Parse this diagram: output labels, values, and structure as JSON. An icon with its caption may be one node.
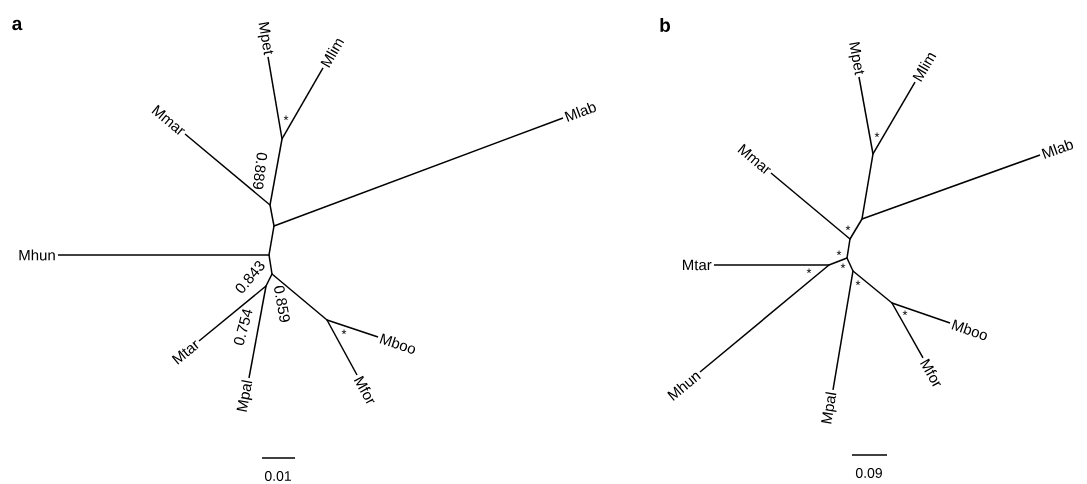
{
  "diagram": {
    "nodes": [
      {
        "text": [
          "Mpet"
        ]
      },
      {
        "text": [
          "Mlim"
        ]
      },
      {
        "text": [
          "Mmar"
        ]
      },
      {
        "text": [
          "Mlab"
        ]
      },
      {
        "text": [
          "Mhun"
        ]
      },
      {
        "text": [
          "Mtar"
        ]
      },
      {
        "text": [
          "Mpal"
        ]
      },
      {
        "text": [
          "Mboo"
        ]
      },
      {
        "text": [
          "Mfor"
        ]
      },
      {
        "text": [],
        "shape": "point"
      },
      {
        "text": [],
        "shape": "point"
      },
      {
        "text": [],
        "shape": "point"
      },
      {
        "text": [],
        "shape": "point"
      },
      {
        "text": [],
        "shape": "point"
      },
      {
        "text": [],
        "shape": "point"
      },
      {
        "text": [],
        "shape": "point"
      },
      {
        "text": [
          "Mpet"
        ]
      },
      {
        "text": [
          "Mlim"
        ]
      },
      {
        "text": [
          "Mmar"
        ]
      },
      {
        "text": [
          "Mlab"
        ]
      },
      {
        "text": [
          "Mtar"
        ]
      },
      {
        "text": [
          "Mhun"
        ]
      },
      {
        "text": [
          "Mboo"
        ]
      },
      {
        "text": [
          "Mfor"
        ]
      },
      {
        "text": [
          "Mpal"
        ]
      },
      {
        "text": [],
        "shape": "point"
      },
      {
        "text": [],
        "shape": "point"
      },
      {
        "text": [],
        "shape": "point"
      },
      {
        "text": [],
        "shape": "point"
      },
      {
        "text": [],
        "shape": "point"
      },
      {
        "text": [],
        "shape": "point"
      },
      {
        "text": [],
        "shape": "point"
      }
    ],
    "edges": [
      {
        "from": 9,
        "to": 0,
        "arrow": "none"
      },
      {
        "from": 9,
        "to": 1,
        "arrow": "none"
      },
      {
        "from": 10,
        "to": 9,
        "arrow": "none"
      },
      {
        "from": 10,
        "to": 2,
        "arrow": "none"
      },
      {
        "from": 11,
        "to": 10,
        "arrow": "none"
      },
      {
        "from": 11,
        "to": 3,
        "arrow": "none"
      },
      {
        "from": 12,
        "to": 11,
        "arrow": "none"
      },
      {
        "from": 12,
        "to": 4,
        "arrow": "none"
      },
      {
        "from": 12,
        "to": 13,
        "arrow": "none"
      },
      {
        "from": 13,
        "to": 14,
        "arrow": "none"
      },
      {
        "from": 14,
        "to": 5,
        "arrow": "none"
      },
      {
        "from": 14,
        "to": 6,
        "arrow": "none"
      },
      {
        "from": 13,
        "to": 15,
        "arrow": "none"
      },
      {
        "from": 15,
        "to": 7,
        "arrow": "none"
      },
      {
        "from": 15,
        "to": 8,
        "arrow": "none"
      },
      {
        "from": 25,
        "to": 16,
        "arrow": "none"
      },
      {
        "from": 25,
        "to": 17,
        "arrow": "none"
      },
      {
        "from": 26,
        "to": 25,
        "arrow": "none"
      },
      {
        "from": 26,
        "to": 19,
        "arrow": "none"
      },
      {
        "from": 27,
        "to": 26,
        "arrow": "none"
      },
      {
        "from": 27,
        "to": 18,
        "arrow": "none"
      },
      {
        "from": 28,
        "to": 27,
        "arrow": "none"
      },
      {
        "from": 28,
        "to": 29,
        "arrow": "none"
      },
      {
        "from": 29,
        "to": 20,
        "arrow": "none"
      },
      {
        "from": 29,
        "to": 21,
        "arrow": "none"
      },
      {
        "from": 28,
        "to": 30,
        "arrow": "none"
      },
      {
        "from": 30,
        "to": 24,
        "arrow": "none"
      },
      {
        "from": 30,
        "to": 31,
        "arrow": "none"
      },
      {
        "from": 31,
        "to": 22,
        "arrow": "none"
      },
      {
        "from": 31,
        "to": 23,
        "arrow": "none"
      }
    ],
    "labels": [
      "a",
      "*",
      "0.889",
      "0.843",
      "0.859",
      "0.754",
      "*",
      "0.01",
      "b",
      "*",
      "*",
      "*",
      "*",
      "*",
      "*",
      "*",
      "0.09"
    ]
  }
}
